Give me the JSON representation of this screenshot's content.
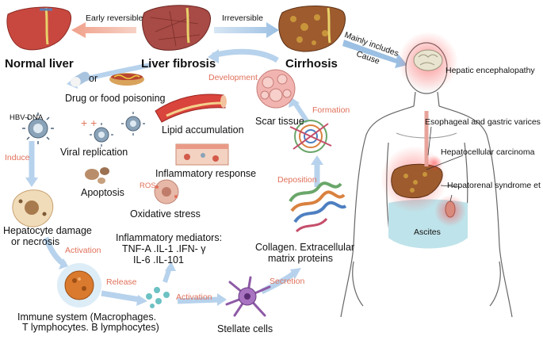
{
  "stages": {
    "normal": "Normal liver",
    "fibrosis": "Liver fibrosis",
    "cirrhosis": "Cirrhosis"
  },
  "arrows": {
    "early_reversible": "Early reversible",
    "irreversible": "Irreversible",
    "mainly_includes": "Mainly includes",
    "cause": "Cause",
    "development": "Development",
    "induce": "Induce",
    "activation_1": "Activation",
    "release": "Release",
    "activation_2": "Activation",
    "secretion": "Secretion",
    "deposition": "Deposition",
    "formation": "Formation"
  },
  "causes": {
    "or": "or",
    "drug": "Drug or food poisoning",
    "hbv": "HBV-DNA",
    "viral": "Viral replication",
    "lipid": "Lipid accumulation",
    "inflammatory_response": "Inflammatory response",
    "apoptosis": "Apoptosis",
    "ros": "ROS",
    "oxidative": "Oxidative stress"
  },
  "mechanism": {
    "hepatocyte_1": "Hepatocyte damage",
    "hepatocyte_2": "or necrosis",
    "mediators_1": "Inflammatory mediators:",
    "mediators_2": "TNF-A .IL-1 .IFN- γ",
    "mediators_3": "IL-6 .IL-101",
    "immune_1": "Immune system (Macrophages.",
    "immune_2": "T lymphocytes. B lymphocytes)",
    "stellate": "Stellate cells",
    "collagen_1": "Collagen. Extracellular",
    "collagen_2": "matrix proteins",
    "scar": "Scar tissue"
  },
  "complications": {
    "encephalopathy": "Hepatic encephalopathy",
    "varices": "Esophageal and gastric varices",
    "hcc": "Hepatocellular carcinoma",
    "hepatorenal": "Hepatorenal syndrome et al",
    "ascites": "Ascites"
  }
}
